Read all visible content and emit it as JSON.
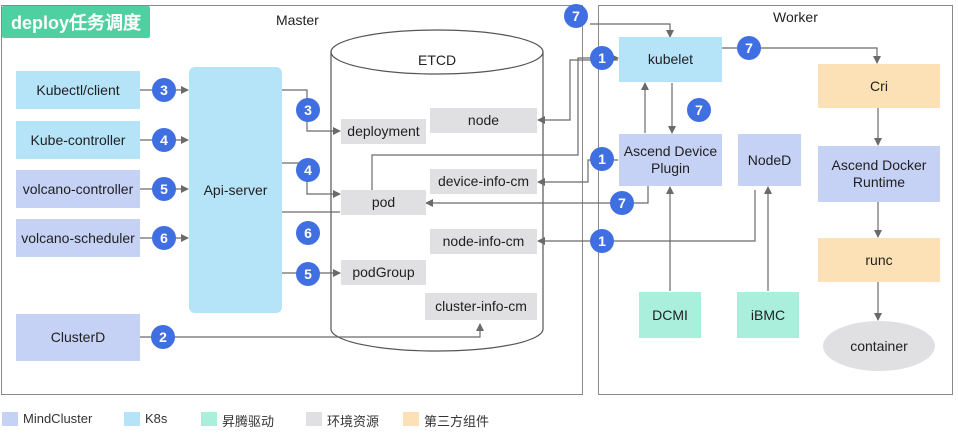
{
  "title": "deploy任务调度",
  "master": {
    "label": "Master",
    "clients": [
      "Kubectl/client",
      "Kube-controller",
      "volcano-controller",
      "volcano-scheduler"
    ],
    "apiserver": "Api-server",
    "clusterd": "ClusterD",
    "etcd": {
      "label": "ETCD",
      "items": [
        "deployment",
        "node",
        "device-info-cm",
        "pod",
        "node-info-cm",
        "podGroup",
        "cluster-info-cm"
      ]
    }
  },
  "worker": {
    "label": "Worker",
    "kubelet": "kubelet",
    "device_plugin": "Ascend Device Plugin",
    "noded": "NodeD",
    "dcmi": "DCMI",
    "ibmc": "iBMC",
    "cri": "Cri",
    "docker_runtime": "Ascend Docker Runtime",
    "runc": "runc",
    "container": "container"
  },
  "steps": [
    "1",
    "2",
    "3",
    "4",
    "5",
    "6",
    "7"
  ],
  "legend": [
    {
      "label": "MindCluster",
      "color": "#c6d2f5"
    },
    {
      "label": "K8s",
      "color": "#b5e3f8"
    },
    {
      "label": "昇腾驱动",
      "color": "#aaeedc"
    },
    {
      "label": "环境资源",
      "color": "#e0e0e3"
    },
    {
      "label": "第三方组件",
      "color": "#fde1b6"
    }
  ],
  "colors": {
    "badge": "#3f6fe0",
    "tag": "#4ed0a2",
    "line": "#6a6a6a"
  }
}
